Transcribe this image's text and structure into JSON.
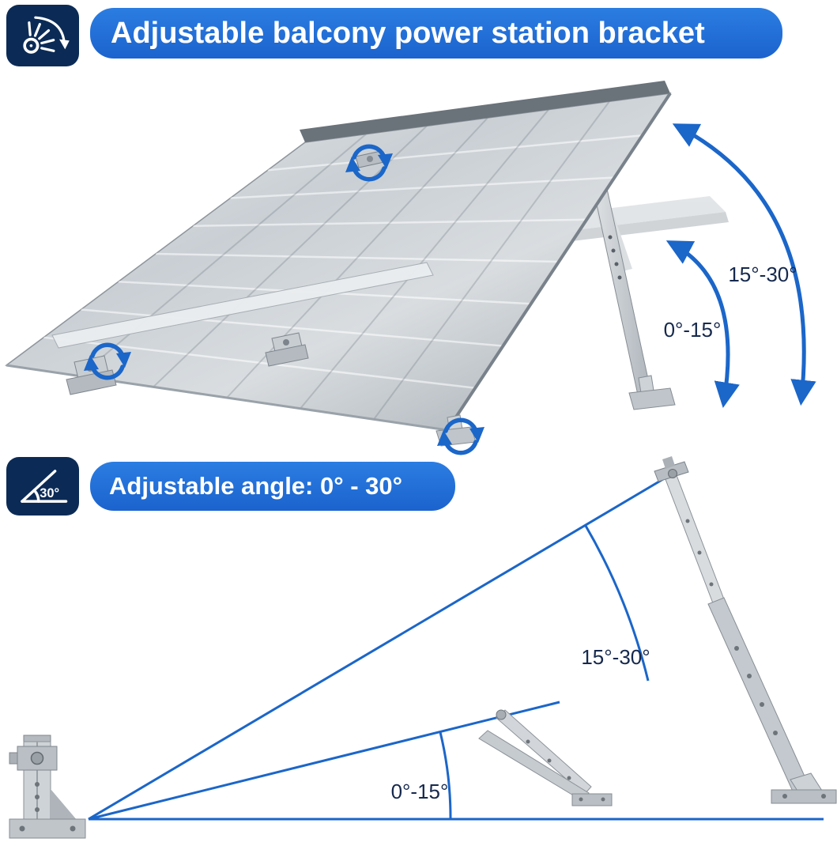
{
  "top_banner": {
    "label": "Adjustable balcony power station bracket"
  },
  "angle_banner": {
    "label": "Adjustable angle: 0° - 30°",
    "icon_angle_value": "30°"
  },
  "upper_annotations": {
    "outer_arc_label": "15°-30°",
    "inner_arc_label": "0°-15°"
  },
  "lower_annotations": {
    "outer_arc_label": "15°-30°",
    "inner_arc_label": "0°-15°"
  },
  "icons": {
    "header_icon": "adjustable-rays-icon",
    "angle_icon": "angle-30-icon",
    "rotation_icon": "rotation-arrows-icon",
    "tilt_arrow": "curved-double-arrow-icon"
  },
  "colors": {
    "banner_blue": "#1e6fd5",
    "banner_blue_dark": "#1b63ce",
    "icon_navy": "#0b2b56",
    "annotation_blue": "#1b66c9",
    "label_color": "#16294d",
    "metal_light": "#e9eced",
    "metal_dark": "#8b9298"
  }
}
